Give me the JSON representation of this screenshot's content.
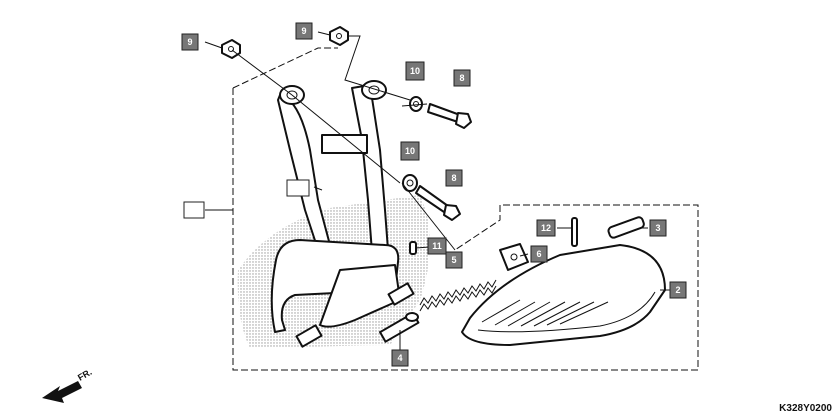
{
  "diagram": {
    "code": "K328Y0200",
    "direction_label": "FR.",
    "callouts": {
      "c2": "2",
      "c3": "3",
      "c4": "4",
      "c5": "5",
      "c6": "6",
      "c8a": "8",
      "c8b": "8",
      "c9a": "9",
      "c9b": "9",
      "c10a": "10",
      "c10b": "10",
      "c11": "11",
      "c12": "12"
    }
  }
}
